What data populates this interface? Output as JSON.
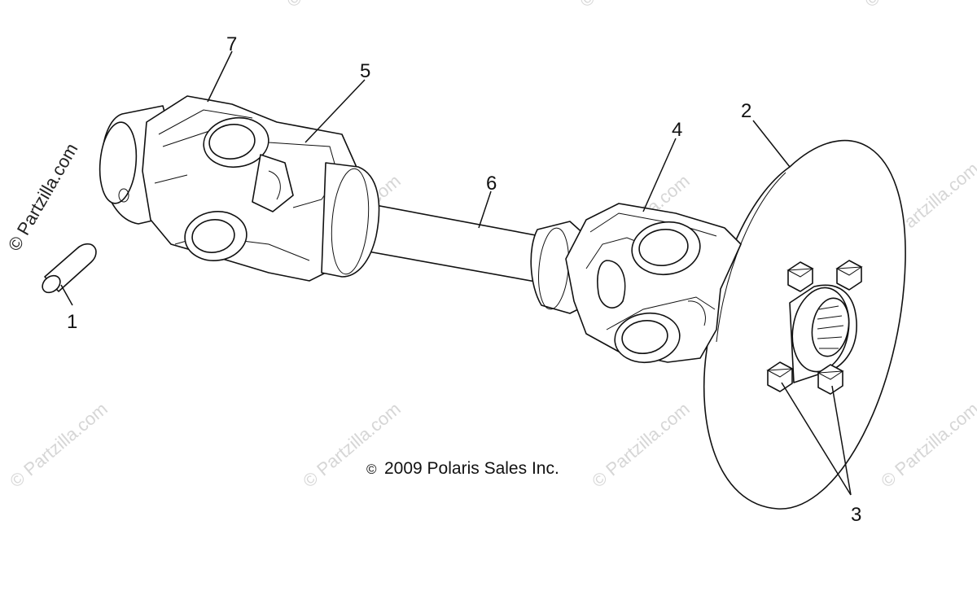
{
  "watermark_side": "© Partzilla.com",
  "watermark": "© Partzilla.com",
  "copyright": "2009 Polaris Sales Inc.",
  "copyright_symbol": "©",
  "callouts": {
    "c1": "1",
    "c2": "2",
    "c3": "3",
    "c4": "4",
    "c5": "5",
    "c6": "6",
    "c7": "7"
  },
  "colors": {
    "line": "#111111",
    "watermark": "#d6d6d6",
    "background": "#ffffff"
  }
}
